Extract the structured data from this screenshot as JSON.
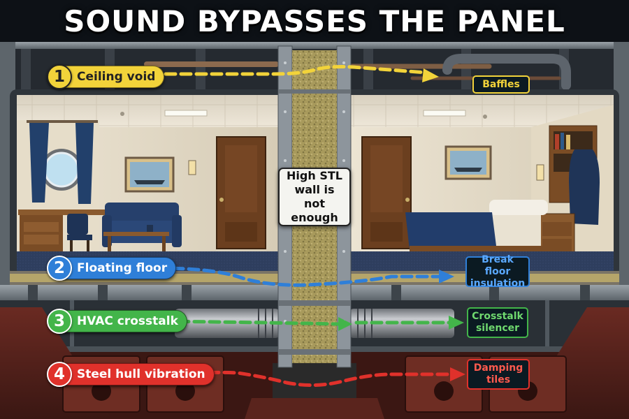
{
  "title": "SOUND BYPASSES THE PANEL",
  "center_callout": "High STL\nwall is\nnot enough",
  "paths": [
    {
      "number": "1",
      "label": "Ceiling void",
      "solution": "Baffles",
      "color": "#f2d33a",
      "number_text_color": "#222222"
    },
    {
      "number": "2",
      "label": "Floating floor",
      "solution": "Break floor\ninsulation",
      "color": "#2f7fd8",
      "number_text_color": "#ffffff"
    },
    {
      "number": "3",
      "label": "HVAC crosstalk",
      "solution": "Crosstalk\nsilencer",
      "color": "#43b54a",
      "number_text_color": "#ffffff"
    },
    {
      "number": "4",
      "label": "Steel hull vibration",
      "solution": "Damping\ntiles",
      "color": "#e0312b",
      "number_text_color": "#ffffff"
    }
  ]
}
